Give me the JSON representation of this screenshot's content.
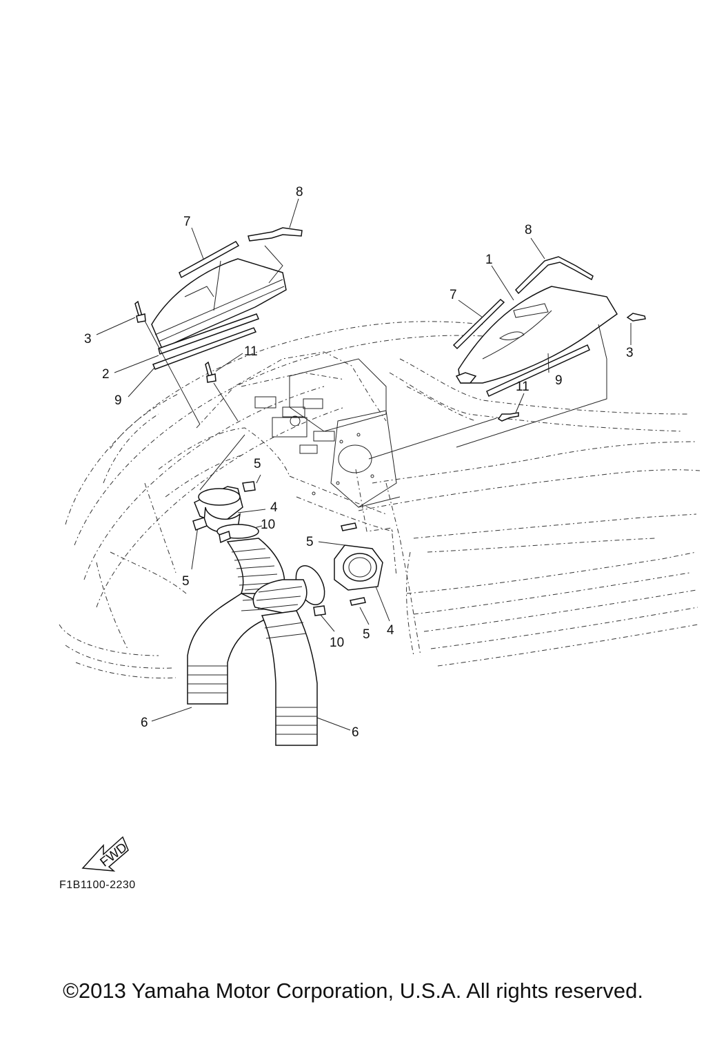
{
  "callouts": [
    {
      "id": "c1",
      "text": "1"
    },
    {
      "id": "c2",
      "text": "2"
    },
    {
      "id": "c3a",
      "text": "3"
    },
    {
      "id": "c3b",
      "text": "3"
    },
    {
      "id": "c4a",
      "text": "4"
    },
    {
      "id": "c4b",
      "text": "4"
    },
    {
      "id": "c5a",
      "text": "5"
    },
    {
      "id": "c5b",
      "text": "5"
    },
    {
      "id": "c5c",
      "text": "5"
    },
    {
      "id": "c5d",
      "text": "5"
    },
    {
      "id": "c6a",
      "text": "6"
    },
    {
      "id": "c6b",
      "text": "6"
    },
    {
      "id": "c7a",
      "text": "7"
    },
    {
      "id": "c7b",
      "text": "7"
    },
    {
      "id": "c8a",
      "text": "8"
    },
    {
      "id": "c8b",
      "text": "8"
    },
    {
      "id": "c9a",
      "text": "9"
    },
    {
      "id": "c9b",
      "text": "9"
    },
    {
      "id": "c10a",
      "text": "10"
    },
    {
      "id": "c10b",
      "text": "10"
    },
    {
      "id": "c11a",
      "text": "11"
    },
    {
      "id": "c11b",
      "text": "11"
    }
  ],
  "fwd_label": "FWD",
  "figure_code": "F1B1100-2230",
  "copyright": "©2013 Yamaha Motor Corporation, U.S.A. All rights reserved."
}
